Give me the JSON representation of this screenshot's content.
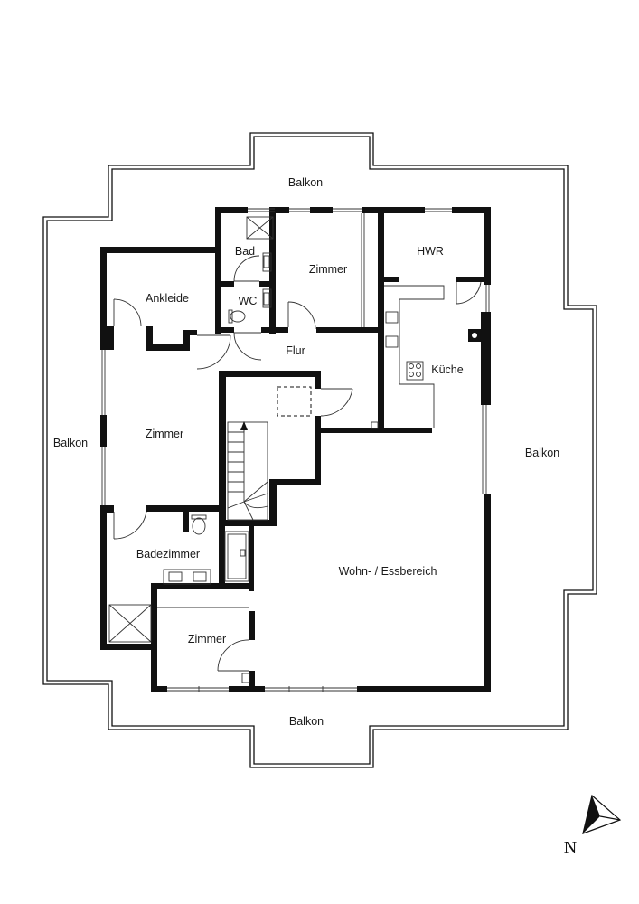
{
  "rooms": {
    "balkon_top": "Balkon",
    "balkon_left": "Balkon",
    "balkon_right": "Balkon",
    "balkon_bottom": "Balkon",
    "bad": "Bad",
    "wc": "WC",
    "zimmer_top": "Zimmer",
    "hwr": "HWR",
    "ankleide": "Ankleide",
    "flur": "Flur",
    "kueche": "Küche",
    "zimmer_left": "Zimmer",
    "badezimmer": "Badezimmer",
    "wohn_ess": "Wohn- / Essbereich",
    "zimmer_bottom": "Zimmer"
  },
  "compass": {
    "label": "N",
    "icon": "north-arrow-icon"
  },
  "colors": {
    "wall": "#111111",
    "background": "#ffffff"
  }
}
